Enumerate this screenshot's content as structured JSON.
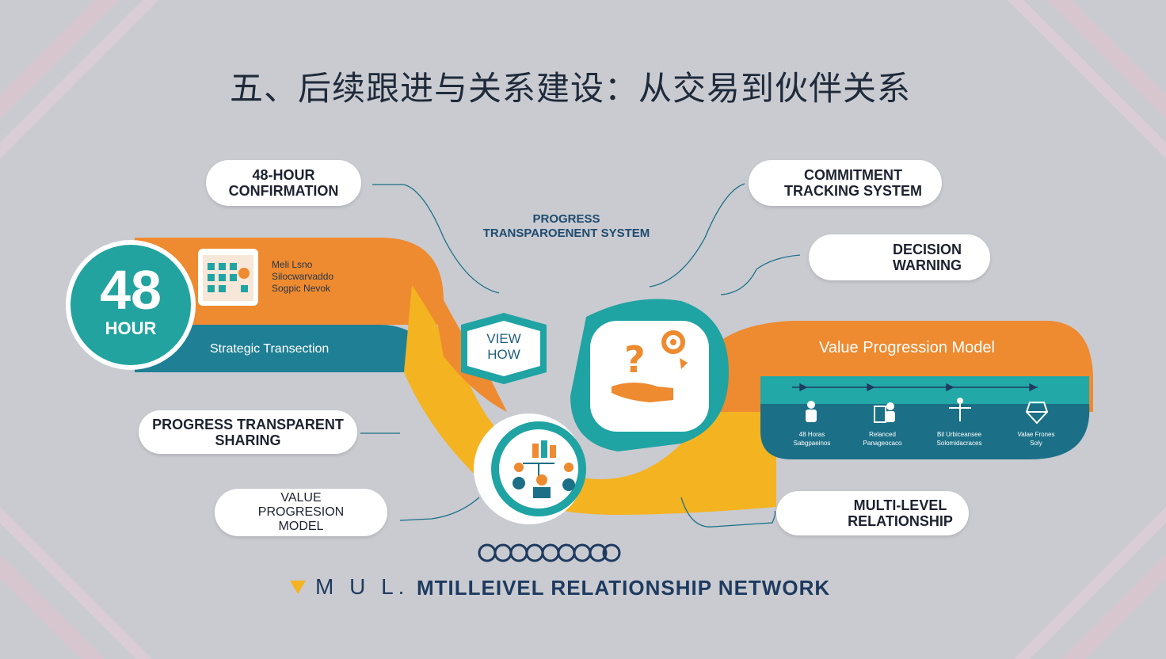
{
  "title": "五、后续跟进与关系建设：从交易到伙伴关系",
  "labels": {
    "confirmation": [
      "48-HOUR",
      "CONFIRMATION"
    ],
    "commitment": [
      "COMMITMENT",
      "TRACKING SYSTEM"
    ],
    "decision": [
      "DECISION",
      "WARNING"
    ],
    "progress_sharing": [
      "PROGRESS TRANSPARENT",
      "SHARING"
    ],
    "value_model": [
      "VALUE",
      "PROGRESION",
      "MODEL"
    ],
    "multilevel": [
      "MULTI-LEVEL",
      "RELATIONSHIP"
    ],
    "progress_system": [
      "PROGRESS",
      "TRANSPAROENENT SYSTEM"
    ]
  },
  "badge": {
    "number": "48",
    "unit": "HOUR"
  },
  "orange_band_text": [
    "Meli Lsno",
    "Silocwarvaddo",
    "Sogpic Nevok"
  ],
  "teal_band_text": "Strategic Transection",
  "hex_text": [
    "VIEW",
    "HOW"
  ],
  "value_progression": {
    "title": "Value Progression Model",
    "items": [
      [
        "48 Horas",
        "Sabgpaeinos"
      ],
      [
        "Relanced",
        "Panageocaco"
      ],
      [
        "Bil Urbiceansee",
        "Solomidacraces"
      ],
      [
        "Valae Frones",
        "Soly"
      ]
    ]
  },
  "footer": {
    "prefix": "M U L.",
    "text": "MTILLEIVEL  RELATIONSHIP NETWORK"
  },
  "colors": {
    "orange": "#ee8a2f",
    "yellow": "#f4b321",
    "teal": "#20a3a3",
    "dark_teal": "#1b6f86",
    "navy": "#1e3a5f"
  },
  "icons": [
    "calendar-icon",
    "question-mark-icon",
    "gear-icon",
    "handshake-icon",
    "bar-chart-icon",
    "people-network-icon",
    "arrow-left-icon",
    "plus-icon",
    "triangle-icon",
    "person-icon",
    "document-icon",
    "scales-icon",
    "globe-icon"
  ]
}
